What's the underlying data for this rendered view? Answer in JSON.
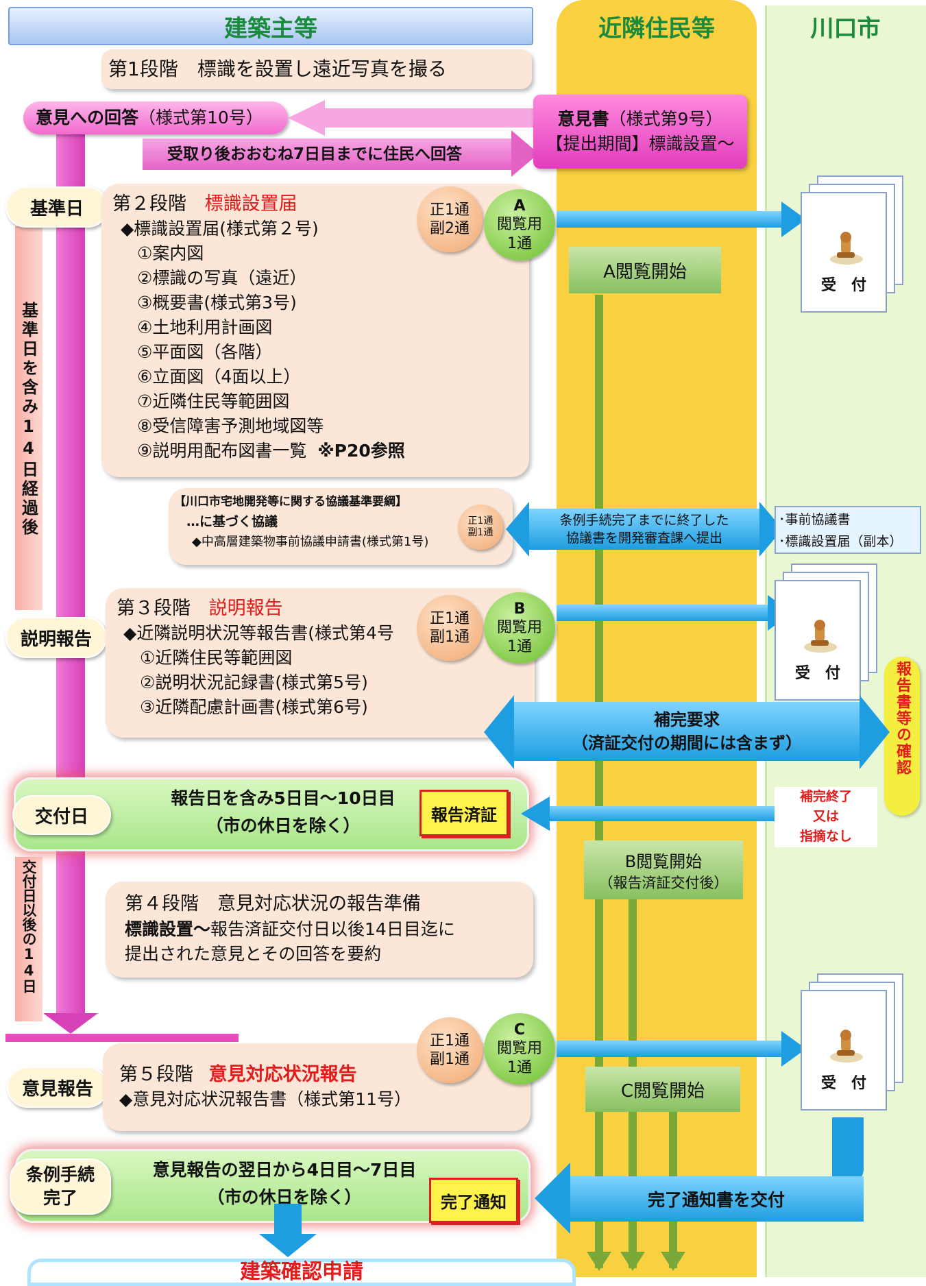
{
  "columns": {
    "owner": "建築主等",
    "residents": "近隣住民等",
    "city": "川口市"
  },
  "stage1": "第1段階　標識を設置し遠近写真を撮る",
  "reply": {
    "label_bold": "意見への回答",
    "label_rest": "（様式第10号）",
    "note": "受取り後おおむね7日目までに住民へ回答"
  },
  "opinion": {
    "line1_bold": "意見書",
    "line1_rest": "（様式第9号）",
    "line2": "【提出期間】標識設置～"
  },
  "markers": {
    "kijunbi": "基準日",
    "setsumei": "説明報告",
    "kofubi": "交付日",
    "iken": "意見報告",
    "jorei_line1": "条例手続",
    "jorei_line2": "完了"
  },
  "side_bars": {
    "first": "基準日を含み14日経過後",
    "second": "交付日以後の14日"
  },
  "stage2": {
    "title": "第２段階",
    "title_red": "標識設置届",
    "items": [
      "◆標識設置届(様式第２号)",
      "①案内図",
      "②標識の写真（遠近）",
      "③概要書(様式第3号)",
      "④土地利用計画図",
      "⑤平面図（各階）",
      "⑥立面図（4面以上）",
      "⑦近隣住民等範囲図",
      "⑧受信障害予測地域図等"
    ],
    "last_item": "⑨説明用配布図書一覧",
    "last_item_bold": "※P20参照"
  },
  "copies_a": {
    "orange_1": "正1通",
    "orange_2": "副2通",
    "letter": "A",
    "green_1": "閲覧用",
    "green_2": "1通"
  },
  "copies_b": {
    "orange_1": "正1通",
    "orange_2": "副1通",
    "letter": "B",
    "green_1": "閲覧用",
    "green_2": "1通"
  },
  "copies_c": {
    "orange_1": "正1通",
    "orange_2": "副1通",
    "letter": "C",
    "green_1": "閲覧用",
    "green_2": "1通"
  },
  "copies_small": {
    "line1": "正1通",
    "line2": "副1通"
  },
  "viewing": {
    "a": "A閲覧開始",
    "b_line1": "B閲覧開始",
    "b_line2": "（報告済証交付後）",
    "c": "C閲覧開始"
  },
  "receipt_label": "受　付",
  "kyogi": {
    "line1": "【川口市宅地開発等に関する協議基準要綱】",
    "line2": "…に基づく協議",
    "line3": "◆中高層建築物事前協議申請書(様式第1号)",
    "arrow_line1": "条例手続完了までに終了した",
    "arrow_line2": "協議書を開発審査課へ提出",
    "city_line1": "･事前協議書",
    "city_line2": "･標識設置届（副本）"
  },
  "stage3": {
    "title": "第３段階",
    "title_red": "説明報告",
    "items": [
      "◆近隣説明状況等報告書(様式第4号",
      "①近隣住民等範囲図",
      "②説明状況記録書(様式第5号)",
      "③近隣配慮計画書(様式第6号)"
    ]
  },
  "hokan": {
    "line1": "補完要求",
    "line2": "（済証交付の期間には含まず）"
  },
  "report_confirm": "報告書等の確認",
  "hokan_end": {
    "line1": "補完終了",
    "line2": "又は",
    "line3": "指摘なし"
  },
  "kofu": {
    "line1": "報告日を含み5日目～10日目",
    "line2": "（市の休日を除く）",
    "stamp": "報告済証"
  },
  "stage4": {
    "title": "第４段階　意見対応状況の報告準備",
    "line2_bold": "標識設置～",
    "line2_rest": "報告済証交付日以後14日目迄に",
    "line3": "提出された意見とその回答を要約"
  },
  "stage5": {
    "title": "第５段階",
    "title_red": "意見対応状況報告",
    "item": "◆意見対応状況報告書（様式第11号）"
  },
  "kanryo": {
    "line1": "意見報告の翌日から4日目～7日目",
    "line2": "（市の休日を除く）",
    "stamp": "完了通知",
    "arrow": "完了通知書を交付"
  },
  "bottom": "建築確認申請",
  "colors": {
    "pink": "#e95cc8",
    "green_header": "#1a8a3c",
    "yellow_col": "#f8cf3c",
    "blue_arrow": "#2aa8e8",
    "red_text": "#e21b1b"
  }
}
